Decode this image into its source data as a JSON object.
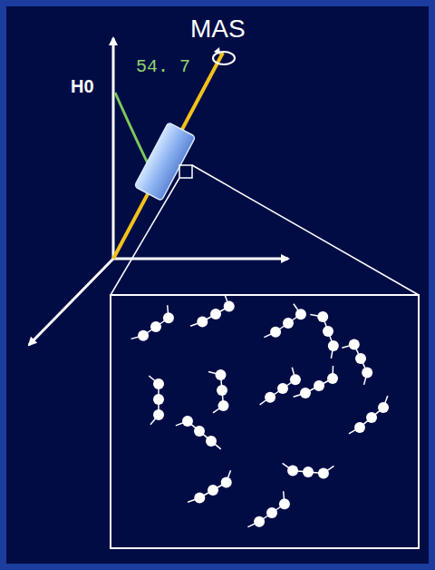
{
  "diagram": {
    "labels": [
      "H0",
      "MAS",
      "54. 7"
    ]
  }
}
